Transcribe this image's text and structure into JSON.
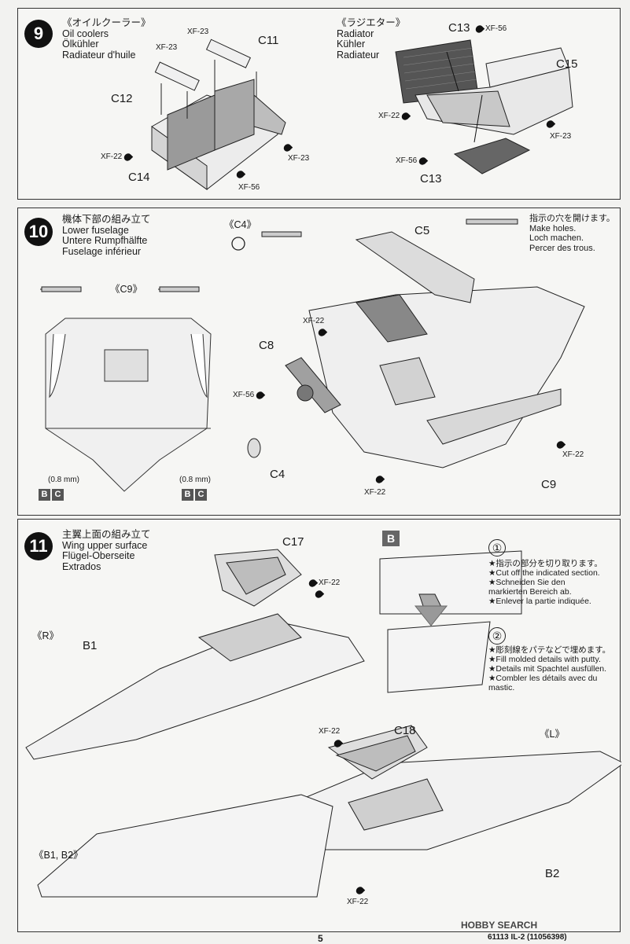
{
  "step9": {
    "number": "9",
    "left": {
      "jp": "《オイルクーラー》",
      "en": "Oil coolers",
      "de": "Ölkühler",
      "fr": "Radiateur d'huile"
    },
    "right": {
      "jp": "《ラジエター》",
      "en": "Radiator",
      "de": "Kühler",
      "fr": "Radiateur"
    },
    "parts": [
      "C11",
      "C12",
      "C14",
      "C13",
      "C15",
      "C13"
    ],
    "paints": [
      "XF-23",
      "XF-23",
      "XF-22",
      "XF-23",
      "XF-56",
      "XF-56",
      "XF-22",
      "XF-56",
      "XF-23"
    ]
  },
  "step10": {
    "number": "10",
    "title": {
      "jp": "機体下部の組み立て",
      "en": "Lower fuselage",
      "de": "Untere Rumpfhälfte",
      "fr": "Fuselage inférieur"
    },
    "views": [
      "《C4》",
      "《C9》"
    ],
    "holes": {
      "jp": "指示の穴を開けます。",
      "en": "Make holes.",
      "de": "Loch machen.",
      "fr": "Percer des trous."
    },
    "drill_left": "(0.8 mm)",
    "drill_right": "(0.8 mm)",
    "codes": [
      "B",
      "C"
    ],
    "parts": [
      "C5",
      "C8",
      "C4",
      "C9"
    ],
    "paints": [
      "XF-22",
      "XF-56",
      "XF-22",
      "XF-22"
    ]
  },
  "step11": {
    "number": "11",
    "title": {
      "jp": "主翼上面の組み立て",
      "en": "Wing upper surface",
      "de": "Flügel-Oberseite",
      "fr": "Extrados"
    },
    "views": [
      "《R》",
      "《L》",
      "《B1, B2》"
    ],
    "parts": [
      "C17",
      "B1",
      "C18",
      "B2"
    ],
    "paints": [
      "XF-22",
      "XF-22",
      "XF-22"
    ],
    "box_code": "B",
    "note1": {
      "num": "①",
      "jp": "★指示の部分を切り取ります。",
      "en": "★Cut off the indicated section.",
      "de1": "★Schneiden Sie den",
      "de2": "markierten Bereich ab.",
      "fr": "★Enlever la partie indiquée."
    },
    "note2": {
      "num": "②",
      "jp": "★彫刻線をパテなどで埋めます。",
      "en": "★Fill molded details with putty.",
      "de": "★Details mit Spachtel ausfüllen.",
      "fr1": "★Combler les détails avec du",
      "fr2": "mastic."
    }
  },
  "footer": {
    "page": "5",
    "code": "61113  IL-2 (11056398)",
    "watermark": "HOBBY SEARCH"
  }
}
